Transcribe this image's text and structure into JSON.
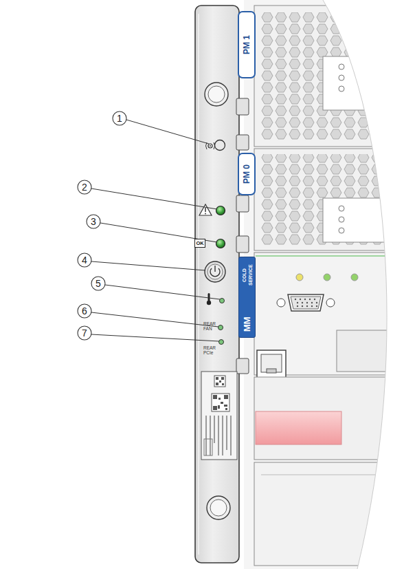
{
  "diagram": {
    "nodes": [
      {
        "text": [
          "PM 1"
        ]
      },
      {
        "text": [
          "1"
        ]
      },
      {
        "text": [
          "PM 0"
        ]
      },
      {
        "text": [
          "2"
        ]
      },
      {
        "text": [
          "3"
        ]
      },
      {
        "text": [
          "OK"
        ]
      },
      {
        "text": [
          "4"
        ]
      },
      {
        "text": [
          "MM",
          "COLD SERVICE"
        ]
      },
      {
        "text": [
          "5"
        ]
      },
      {
        "text": [
          "6"
        ]
      },
      {
        "text": [
          "7"
        ]
      }
    ],
    "labels": [
      "REAR FAN",
      "REAR PCIe"
    ]
  }
}
